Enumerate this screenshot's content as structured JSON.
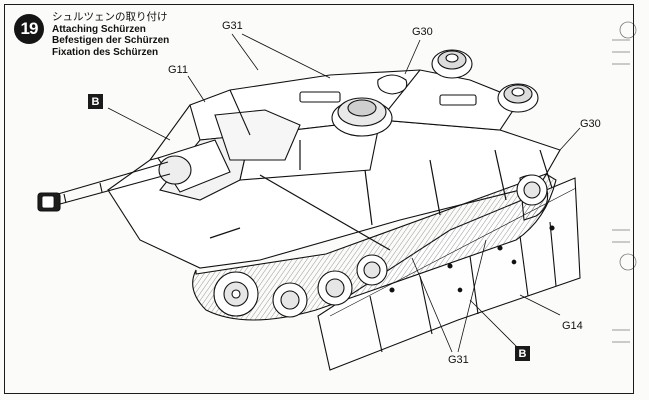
{
  "step": {
    "number": "19",
    "title_ja": "シュルツェンの取り付け",
    "title_en": "Attaching Schürzen",
    "title_de": "Befestigen der Schürzen",
    "title_fr": "Fixation des Schürzen"
  },
  "callouts": {
    "g31_top": "G31",
    "g30_top": "G30",
    "g11": "G11",
    "b_left": "B",
    "g30_right": "G30",
    "g14": "G14",
    "g31_bottom": "G31",
    "b_bottom": "B"
  }
}
